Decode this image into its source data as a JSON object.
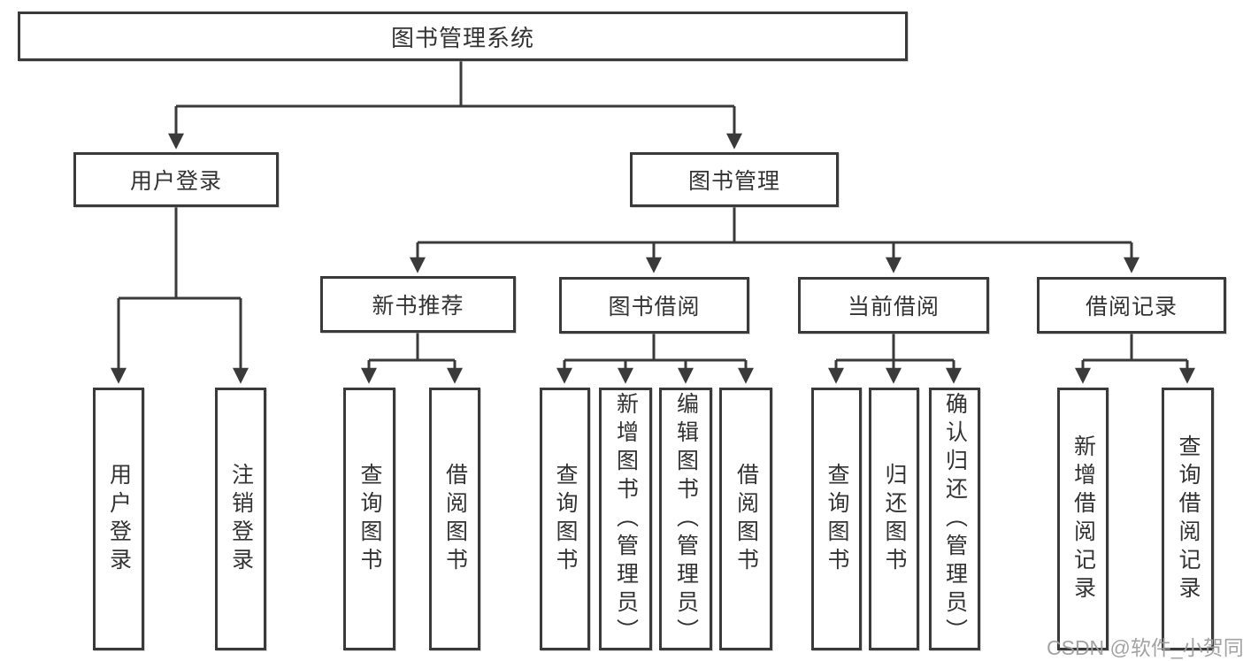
{
  "root": {
    "label": "图书管理系统"
  },
  "branches": [
    {
      "label": "用户登录",
      "children": [
        {
          "label": "用户登录"
        },
        {
          "label": "注销登录"
        }
      ]
    },
    {
      "label": "图书管理",
      "children": [
        {
          "label": "新书推荐",
          "children": [
            {
              "label": "查询图书"
            },
            {
              "label": "借阅图书"
            }
          ]
        },
        {
          "label": "图书借阅",
          "children": [
            {
              "label": "查询图书"
            },
            {
              "label": "新增图书（管理员）"
            },
            {
              "label": "编辑图书（管理员）"
            },
            {
              "label": "借阅图书"
            }
          ]
        },
        {
          "label": "当前借阅",
          "children": [
            {
              "label": "查询图书"
            },
            {
              "label": "归还图书"
            },
            {
              "label": "确认归还（管理员）"
            }
          ]
        },
        {
          "label": "借阅记录",
          "children": [
            {
              "label": "新增借阅记录"
            },
            {
              "label": "查询借阅记录"
            }
          ]
        }
      ]
    }
  ],
  "watermark": "CSDN @软件_小贺同学",
  "colors": {
    "line": "#3a3a3a",
    "text": "#333333",
    "background": "#ffffff",
    "watermark": "#9e9e9e"
  }
}
